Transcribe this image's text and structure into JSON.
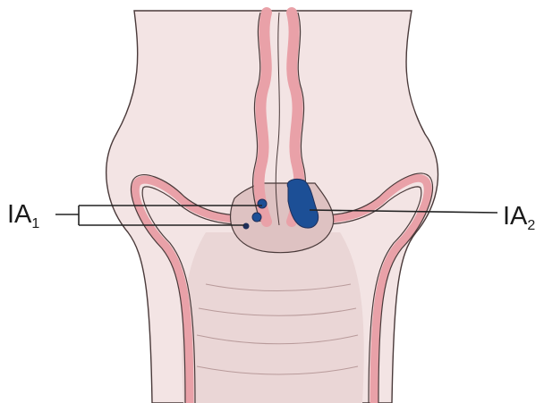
{
  "labels": {
    "left": {
      "main": "IA",
      "sub": "1"
    },
    "right": {
      "main": "IA",
      "sub": "2"
    }
  },
  "colors": {
    "background": "#ffffff",
    "organ_fill": "#f3e4e4",
    "cavity_fill": "#e6cdcd",
    "epithelium": "#e9a1a8",
    "outline": "#4a3a3a",
    "lesion": "#1c4f96",
    "lesion_dark": "#1f2f5a",
    "leader_line": "#222222"
  }
}
